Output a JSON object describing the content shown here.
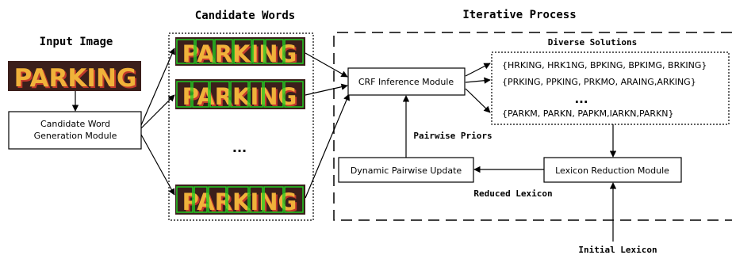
{
  "headings": {
    "input_image": "Input Image",
    "candidate_words": "Candidate Words",
    "iterative_process": "Iterative Process",
    "diverse_solutions": "Diverse Solutions"
  },
  "word_image_text": "PARKING",
  "boxes": {
    "candidate_generation_line1": "Candidate Word",
    "candidate_generation_line2": "Generation Module",
    "crf_inference": "CRF Inference Module",
    "dynamic_pairwise": "Dynamic Pairwise Update",
    "lexicon_reduction": "Lexicon Reduction Module"
  },
  "edge_labels": {
    "pairwise_priors": "Pairwise Priors",
    "reduced_lexicon": "Reduced Lexicon",
    "initial_lexicon": "Initial Lexicon"
  },
  "candidate_ellipsis": "...",
  "solutions": [
    "{HRKING, HRK1NG, BPKING, BPKIMG, BRKING}",
    "{PRKING, PPKING, PRKMO, ARAING,ARKING}",
    "...",
    "{PARKM, PARKN, PAPKM,IARKN,PARKN}"
  ],
  "colors": {
    "word_image_background": "#3b1f1b",
    "word_text_fill": "#f0b23a",
    "word_text_shadow": "#c0392b",
    "candidate_box_stroke": "#22cc22"
  }
}
